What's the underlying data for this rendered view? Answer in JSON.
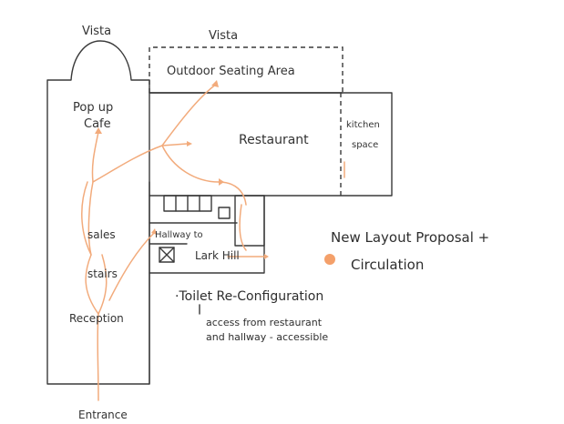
{
  "labels": {
    "vista_left": "Vista",
    "vista_right": "Vista",
    "outdoor_seating": "Outdoor Seating Area",
    "pop_up_cafe_line1": "Pop up",
    "pop_up_cafe_line2": "Cafe",
    "restaurant": "Restaurant",
    "kitchen_line1": "kitchen",
    "kitchen_line2": "space",
    "sales": "sales",
    "stairs": "stairs",
    "reception": "Reception",
    "entrance": "Entrance",
    "hallway_to": "Hallway to",
    "lark_hill": "Lark Hill",
    "proposal_line1": "New Layout Proposal +",
    "proposal_line2": "Circulation",
    "toilet_note": "·Toilet Re-Configuration",
    "access_line1": "access from restaurant",
    "access_line2": "and hallway - accessible"
  },
  "colors": {
    "ink": "#3a3a3a",
    "circulation": "#f2ab7c",
    "marker_dot": "#f4a06a"
  }
}
